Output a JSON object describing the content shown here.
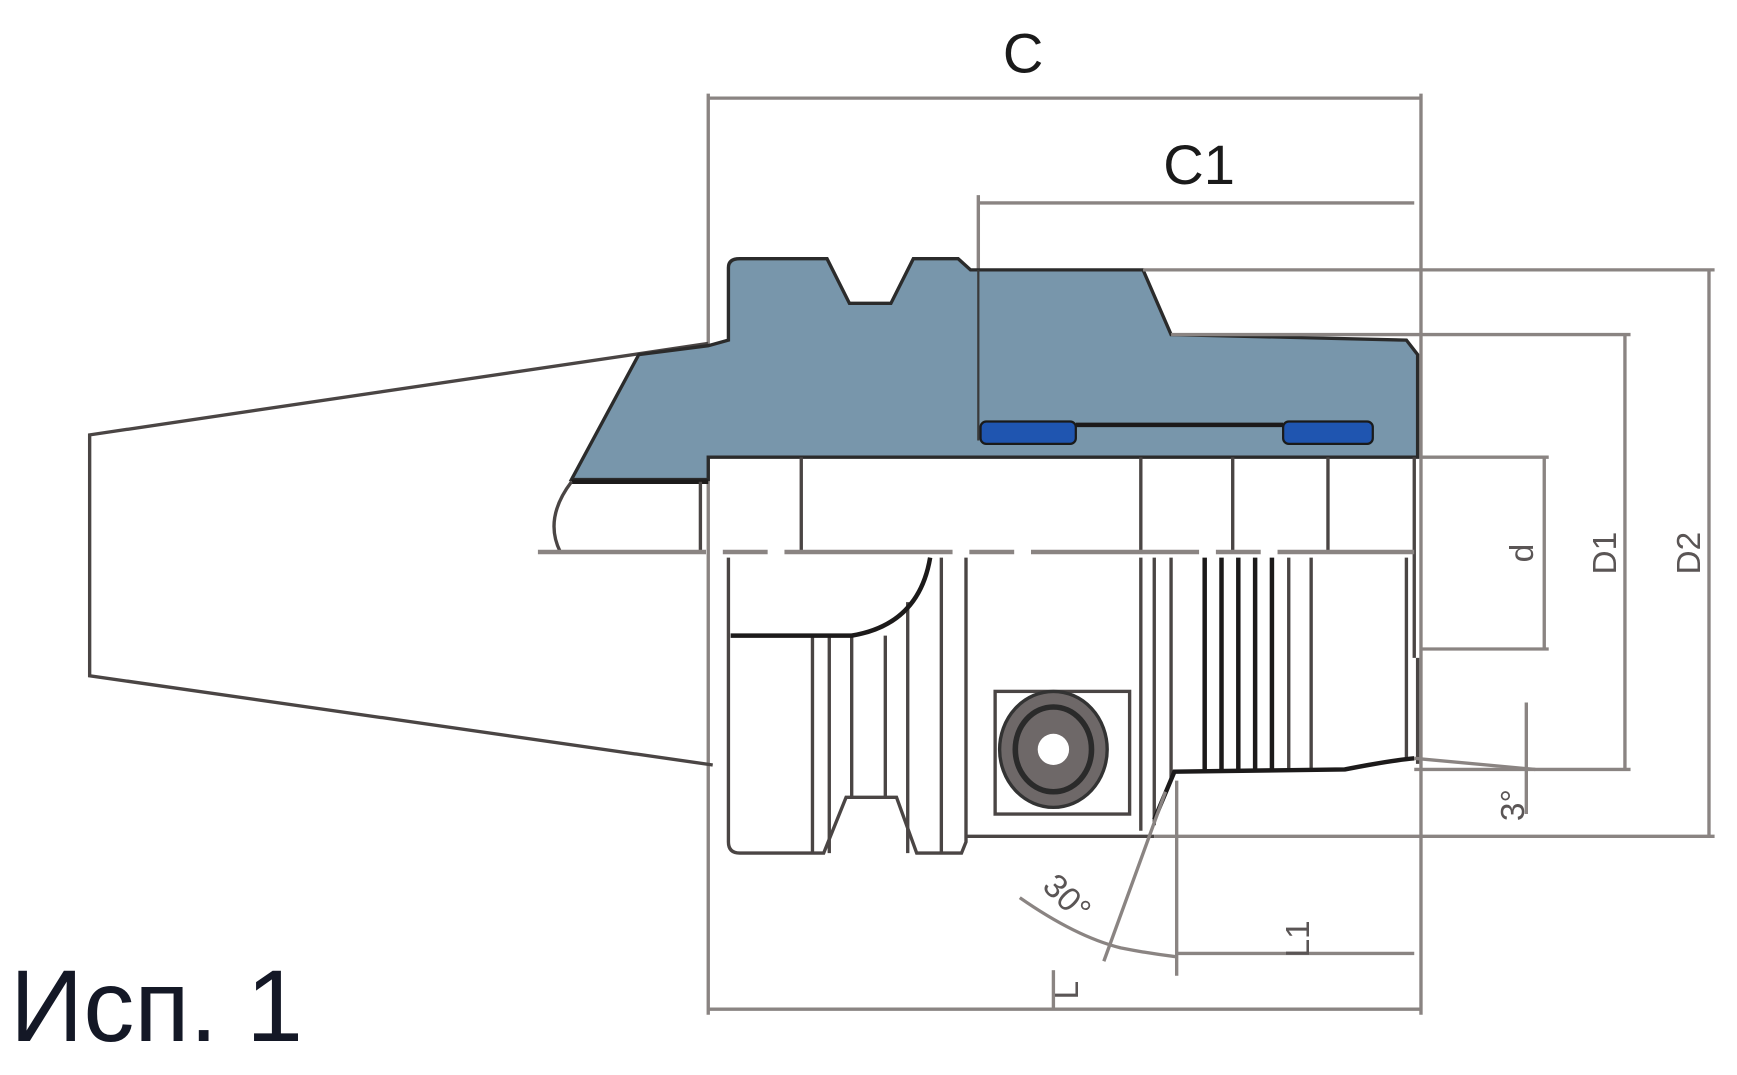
{
  "labels": {
    "C": "C",
    "C1": "C1",
    "d": "d",
    "D1": "D1",
    "D2": "D2",
    "L": "L",
    "L1": "L1",
    "angle": "30°",
    "taper_angle": "3°"
  },
  "caption": "Исп. 1",
  "colors": {
    "body_section": "#7896ab",
    "insert": "#1f55b0",
    "line": "#4a4544"
  }
}
